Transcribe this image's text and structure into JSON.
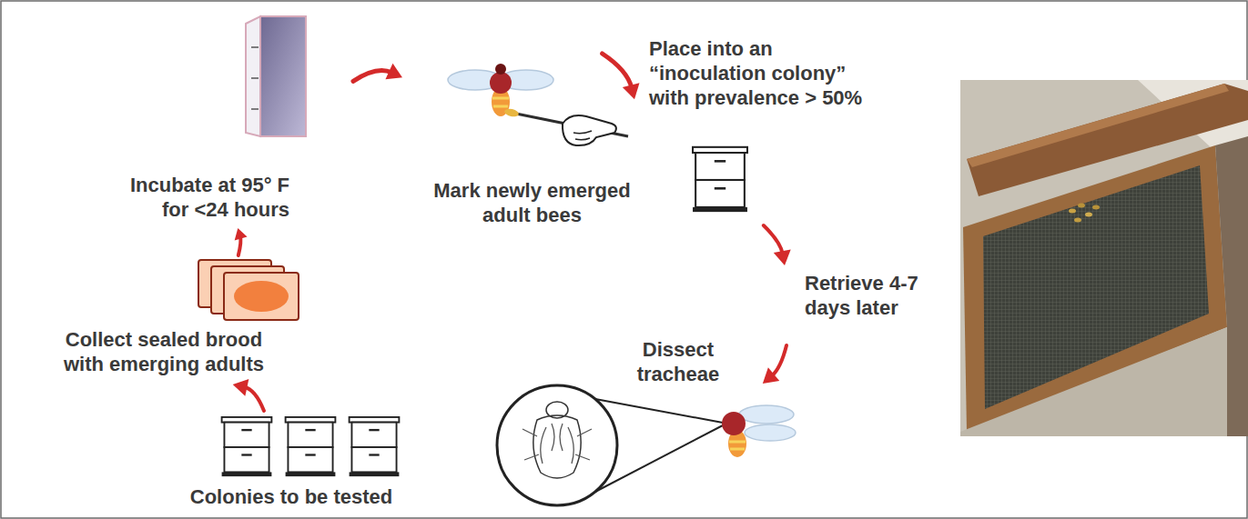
{
  "diagram": {
    "nodes": [
      {
        "text": [
          "Colonies to be tested"
        ]
      },
      {
        "text": [
          "Collect sealed brood with emerging adults"
        ]
      },
      {
        "text": [
          "Incubate at 95° F for <24 hours"
        ]
      },
      {
        "text": [
          "Mark newly emerged adult bees"
        ]
      },
      {
        "text": [
          "Place into an “inoculation colony” with prevalence > 50%"
        ]
      },
      {
        "text": [
          "Dissect tracheae"
        ]
      }
    ],
    "edges": [
      {
        "from": 0,
        "to": 1,
        "arrow": "to"
      },
      {
        "from": 1,
        "to": 2,
        "arrow": "to"
      },
      {
        "from": 2,
        "to": 3,
        "arrow": "to"
      },
      {
        "from": 3,
        "to": 4,
        "arrow": "to"
      },
      {
        "from": 4,
        "to": 5,
        "label": "Retrieve 4-7 days later",
        "arrow": "to"
      }
    ]
  }
}
